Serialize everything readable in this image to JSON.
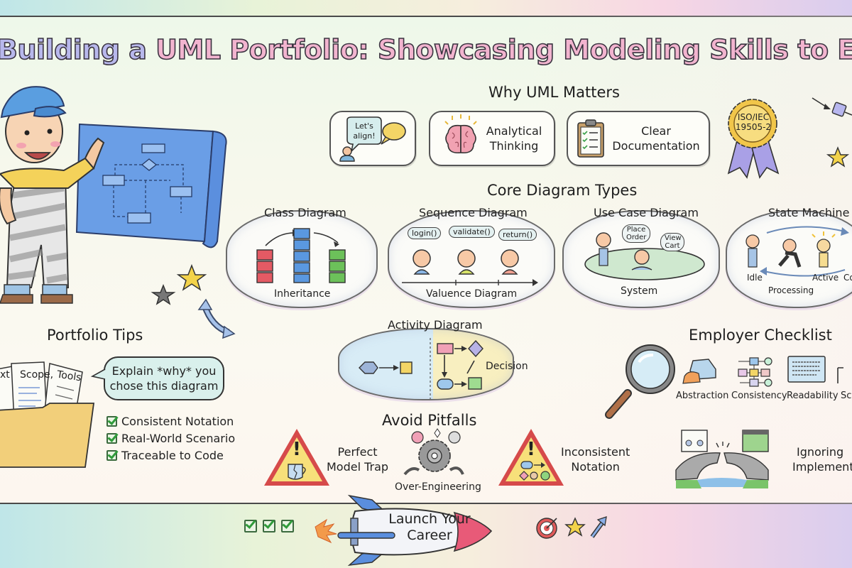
{
  "title": {
    "part1": "Building a ",
    "part2": "UML Portfolio: Showcasing Modeling Skills to Employers"
  },
  "why_uml": {
    "heading": "Why UML Matters",
    "cards": [
      {
        "icon": "speech-bubble-icon",
        "bubble_text": "Let's align!"
      },
      {
        "icon": "brain-icon",
        "label_line1": "Analytical",
        "label_line2": "Thinking"
      },
      {
        "icon": "clipboard-icon",
        "label_line1": "Clear",
        "label_line2": "Documentation"
      }
    ],
    "badge": {
      "line1": "ISO/IEC",
      "line2": "19505-2",
      "icon": "award-ribbon-icon"
    }
  },
  "core_diagrams": {
    "heading": "Core Diagram Types",
    "class_diagram": {
      "title": "Class Diagram",
      "caption": "Inheritance"
    },
    "sequence_diagram": {
      "title": "Sequence Diagram",
      "messages": [
        "login()",
        "validate()",
        "return()"
      ],
      "caption": "Valuence Diagram"
    },
    "use_case_diagram": {
      "title": "Use Case Diagram",
      "bubbles": [
        "Place Order",
        "View Cart"
      ],
      "caption": "System"
    },
    "state_machine": {
      "title": "State Machine",
      "states": [
        "Idle",
        "Active",
        "Co"
      ],
      "caption": "Processing"
    },
    "activity_diagram": {
      "title": "Activity Diagram",
      "label": "Decision"
    }
  },
  "portfolio_tips": {
    "heading": "Portfolio Tips",
    "papers": [
      "xt",
      "Scope,",
      "Tools"
    ],
    "speech": {
      "line1": "Explain *why* you",
      "line2": "chose this diagram"
    },
    "checklist": [
      "Consistent Notation",
      "Real-World Scenario",
      "Traceable to Code"
    ]
  },
  "employer_checklist": {
    "heading": "Employer Checklist",
    "items": [
      "Abstraction",
      "Consistency",
      "Readability",
      "Sca"
    ]
  },
  "pitfalls": {
    "heading": "Avoid Pitfalls",
    "items": [
      {
        "line1": "Perfect",
        "line2": "Model Trap"
      },
      {
        "line1": "Over-Engineering"
      },
      {
        "line1": "Inconsistent",
        "line2": "Notation"
      },
      {
        "line1": "Ignoring",
        "line2": "Implementat"
      }
    ]
  },
  "launch": {
    "line1": "Launch Your",
    "line2": "Career"
  },
  "colors": {
    "title_lavender": "#b8b8ec",
    "title_pink": "#f2b4cf",
    "blueprint_blue": "#5b8fde",
    "check_green": "#2f9b3a",
    "warning_red": "#d64a4a",
    "warning_yellow": "#f7e07a",
    "rocket_nose": "#e85a78"
  }
}
